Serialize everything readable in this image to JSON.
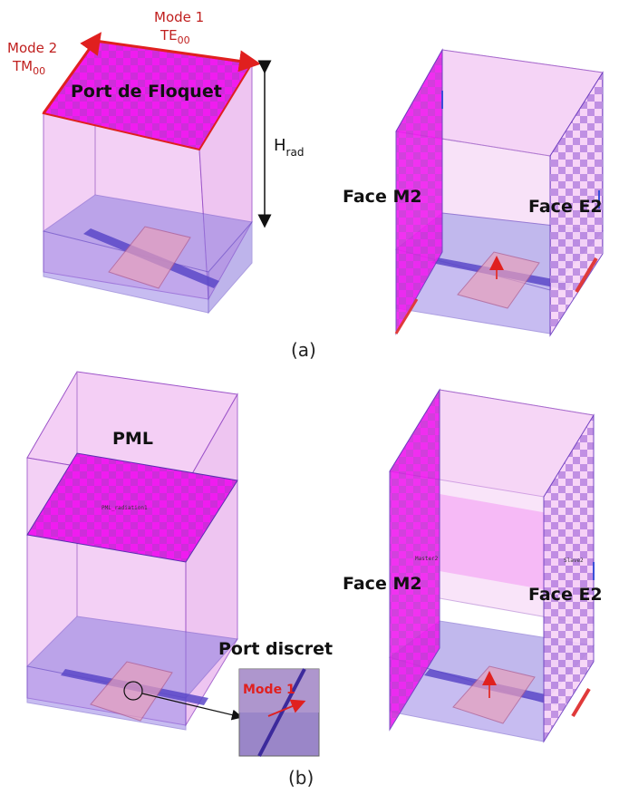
{
  "panel_a": {
    "mode1_line1": "Mode 1",
    "mode1_line2": "TE",
    "mode1_sub": "00",
    "mode2_line1": "Mode 2",
    "mode2_line2": "TM",
    "mode2_sub": "00",
    "port_label": "Port de Floquet",
    "height_label": "H",
    "height_sub": "rad",
    "face_m": "Face M2",
    "face_e": "Face E2",
    "caption": "(a)"
  },
  "panel_b": {
    "pml_label": "PML",
    "pml_small": "PML_radiation1",
    "port_label": "Port discret",
    "inset_mode": "Mode 1",
    "face_m": "Face M2",
    "face_e": "Face E2",
    "master_small": "Master2",
    "slave_small": "Slave2",
    "caption": "(b)"
  },
  "colors": {
    "box_fill": "#f1c2f3",
    "box_edge": "#9b53c8",
    "magenta": "#f01cf0",
    "dark_check": "#9b2fb8",
    "substrate": "#8f7fe0",
    "patch": "#e79bb8",
    "red": "#e03a3a",
    "blue": "#3a4fd8"
  }
}
